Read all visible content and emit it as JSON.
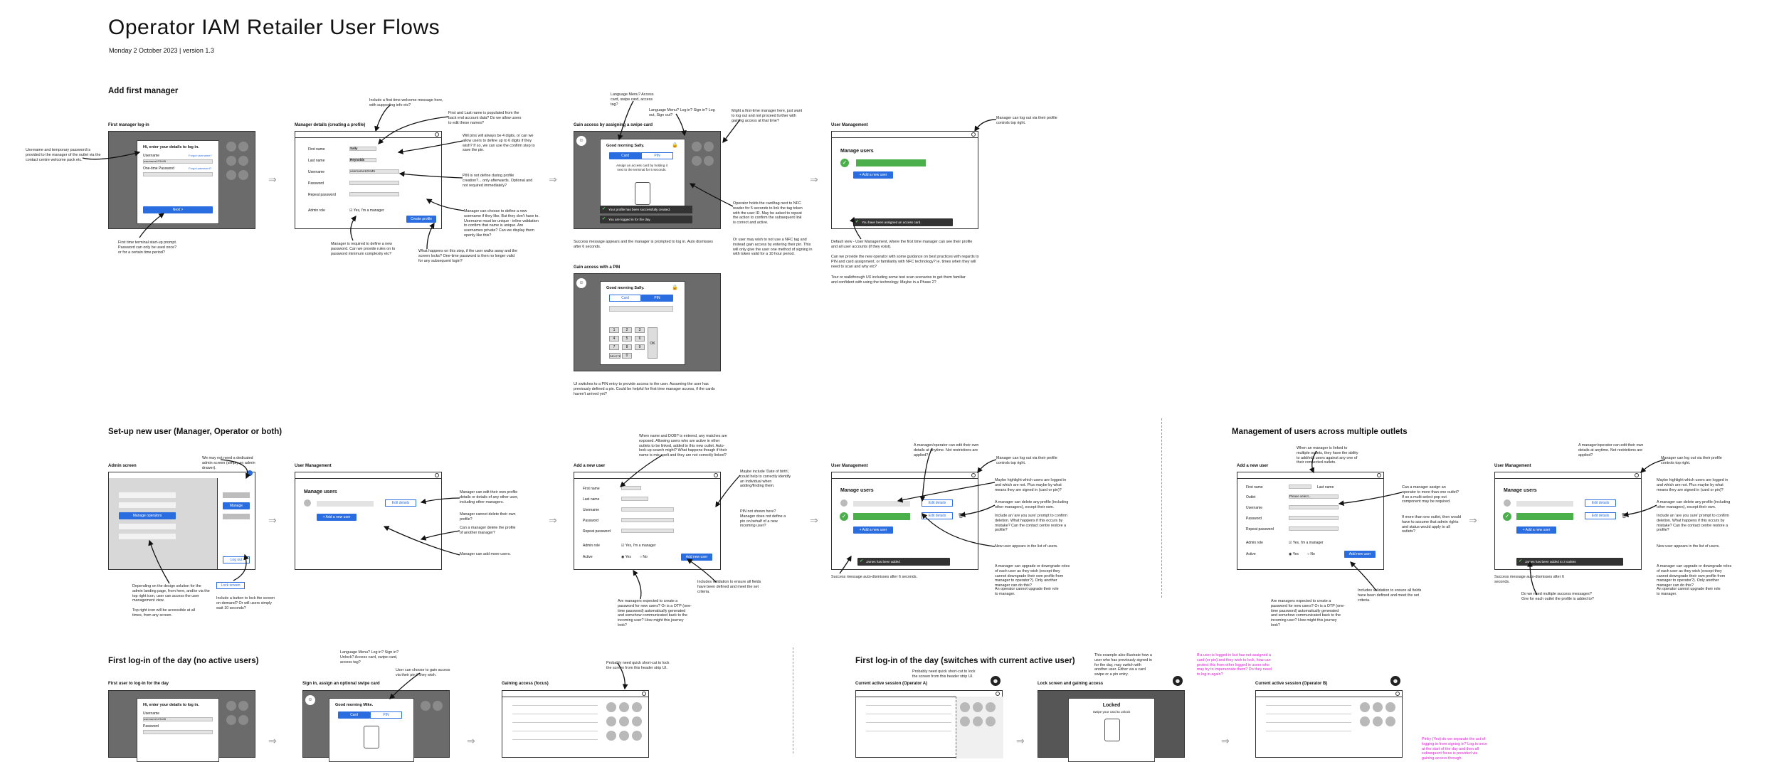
{
  "header": {
    "title": "Operator IAM Retailer User Flows",
    "subtitle": "Monday 2 October 2023 | version 1.3"
  },
  "sections": {
    "add_first_manager": "Add first manager",
    "setup_new_user": "Set-up new user (Manager, Operator or both)",
    "multi_outlets": "Management of users across multiple outlets",
    "first_login_no_active": "First log-in of the day (no active users)",
    "first_login_switch": "First log-in of the day (switches with current active user)"
  },
  "screens": {
    "first_manager_login": "First manager log-in",
    "manager_details": "Manager details (creating a profile)",
    "gain_access_card": "Gain access by assigning a swipe card",
    "user_management_1": "User Management",
    "gain_access_pin": "Gain access with a PIN",
    "admin_screen": "Admin screen",
    "user_management_2": "User Management",
    "add_new_user": "Add a new user",
    "user_management_3": "User Management",
    "add_new_user_2": "Add a new user",
    "user_management_4": "User Management",
    "first_user_login": "First user to log-in for the day",
    "sign_in_assign": "Sign in, assign an optional swipe card",
    "gaining_access": "Gaining access (focus)",
    "current_active_a": "Current active session (Operator A)",
    "lock_screen": "Lock screen and gaining access",
    "current_active_b": "Current active session (Operator B)"
  },
  "ui": {
    "login_heading": "Hi, enter your details to log in.",
    "username": "Username",
    "username_value": "username123445",
    "one_time_password": "One-time Password",
    "forgot_username": "Forgot username?",
    "forgot_password": "Forgot password?",
    "login_button": "Next >",
    "first_name": "First name",
    "first_name_value": "Sally",
    "last_name": "Last name",
    "last_name_value": "Reynolds",
    "password": "Password",
    "repeat_password": "Repeat password",
    "admin_role": "Admin role",
    "yes_manager": "Yes, I'm a manager",
    "create_profile": "Create profile",
    "good_morning": "Good morning Sally.",
    "good_morning_mike": "Good morning Mike.",
    "card_tab": "Card",
    "pin_tab": "PIN",
    "assign_text": "Assign an access card by holding it next to the terminal for 5 seconds.",
    "toast_card": "Your profile has been successfully created.",
    "toast_logged": "You are logged in for the day.",
    "manage_users": "Manage users",
    "add_new_user_btn": "+ Add a new user",
    "toast_assigned": "You have been assigned an access card.",
    "manage_operators": "Manage operators",
    "log_out": "Log out",
    "lock_screen_btn": "Lock screen",
    "edit_details": "Edit details",
    "active": "Active",
    "yes": "Yes",
    "no": "No",
    "add_new_user_submit": "Add new user",
    "toast_added": "James has been added",
    "toast_added_outlets": "James has been added to 3 outlets",
    "outlet": "Outlet",
    "please_select": "Please select...",
    "locked": "Locked",
    "swipe_card": "Swipe your card to unlock",
    "delete": "DELETE",
    "ok": "OK",
    "keypad": [
      "1",
      "2",
      "3",
      "4",
      "5",
      "6",
      "7",
      "8",
      "9",
      "0"
    ]
  },
  "notes": {
    "n1": "Username and temporary password is provided to the manager of the outlet via the contact centre welcome pack etc.",
    "n2": "First time terminal start-up prompt. Password can only be used once? or for a certain time period?",
    "n3": "Include a first time welcome message here, with supporting info etc?",
    "n4": "First and Last name is populated from the back end account data? Do we allow users to edit these names?",
    "n5": "Will pins will always be 4 digits, or can we allow users to define up to 6 digits if they wish? If so, we can use the confirm step to save the pin.",
    "n6": "PIN is not define during profile creation?... only afterwards. Optional and not required immediately?",
    "n7": "Manager can choose to define a new username if they like. But they don't have to. Username must be unique - inline validation to confirm that name is unique. Are usernames private? Can we display them openly like this?",
    "n8": "Manager is required to define a new password. Can we provide rules on to password minimum complexity etc?",
    "n9": "What happens on this step, if the user walks away and the screen locks? One-time password is then no longer valid for any subsequent login?",
    "n10": "Language Menu? Access card, swipe card, access tag?",
    "n11": "Language Menu? Log in? Sign in? Log out, Sign out?",
    "n12": "Might a first-time manager here, just want to log out and not proceed further with gaining access at that time?",
    "n13": "Operator holds the card/tag next to NFC reader for 5 seconds to link the tag token with the user ID. May be asked to repeat the action to confirm the subsequent link is correct and active.",
    "n14": "Or user may wish to not use a NFC tag and instead gain access by entering their pin. This will only give the user one method of signing in with token valid for a 10 hour period.",
    "n15": "Success message appears and the manager is prompted to log in. Auto dismisses after 6 seconds.",
    "n16": "UI switches to a PIN entry to provide access to the user. Assuming the user has previously defined a pin. Could be helpful for first time manager access, if the cards haven't arrived yet?",
    "n17": "Manager can log out via their profile controls top right.",
    "n18": "Default view - User Management, where the first time manager can see their profile and all user accounts (if they exist).",
    "n19": "Can we provide the new operator with some guidance on best practices with regards to PIN and card assignment, or familiarity with NFC technology? ie. times when they will need to scan and why etc?",
    "n20": "Tour or walkthrough UX including some test scan scenarios to get them familiar and confident with using the technology. Maybe in a Phase 2?",
    "n21": "We may not need a dedicated admin screen (simply an admin drawer).",
    "n22": "Depending on the design solution for the admin landing page, from here, and/or via the top right icon, user can access the user management view.",
    "n23": "Top right icon will be accessible at all times, from any screen.",
    "n24": "Include a button to lock the screen on demand? Or will users simply wait 10 seconds?",
    "n25": "Manager can edit their own profile details or details of any other user, including other managers.",
    "n26": "Manager cannot delete their own profile?",
    "n27": "Can a manager delete the profile of another manager?",
    "n28": "Manager can add more users.",
    "n29": "When name and DOB? is entered, any matches are exposed. Allowing users who are active in other outlets to be linked, added to this new outlet. Auto-look-up search might? What happens though if their name is mis-spelt and they are not correctly linked?",
    "n30": "Maybe include 'Date of birth', could help to correctly identify an individual when adding/finding them.",
    "n31": "PIN not shown here? Manager does not define a pin on behalf of a new incoming user?",
    "n32": "Includes validation to ensure all fields have been defined and meet the set criteria.",
    "n33": "Are managers expected to create a password for new users? Or is a OTP (one-time password) automatically generated and somehow communicated back to the incoming user? How might this journey look?",
    "n34": "A manager/operator can edit their own details at anytime. Not restrictions are applied?",
    "n35": "Manager can log out via their profile controls top right.",
    "n36": "Maybe highlight which users are logged in and which are not. Plus maybe by what means they are signed in (card or pin)?",
    "n37": "A manager can delete any profile (including other managers), except their own.",
    "n38": "Include an 'are you sure' prompt to confirm deletion. What happens if this occurs by mistake? Can the contact centre restore a profile?",
    "n39": "New user appears in the list of users.",
    "n40": "A manager can upgrade or downgrade roles of each user as they wish (except they cannot downgrade their own profile from manager to operator?). Only another manager can do this?",
    "n41": "An operator cannot upgrade their role to manager.",
    "n42": "Success message auto-dismisses after 6 seconds.",
    "n43": "When an manager is linked to multiple outlets, they have the ability to add/edit users against any one of their connected outlets.",
    "n44": "Can a manager assign an operator to more than one outlet? If so a multi-select pop out component may be required.",
    "n45": "If more than one outlet, then would have to assume that admin rights and status would apply to all outlets?",
    "n46": "Do we need multiple success messages? One for each outlet the profile is added to?",
    "n47": "Language Menu? Log in? Sign in? Unlock? Access card, swipe card, access tag?",
    "n48": "User can choose to gain access via their pin if they wish.",
    "n49": "Probably need quick short-cut to lock the screen from this header strip UI.",
    "n50": "This example also illustrate how a user who has previously signed in for the day, may switch with another user. Either via a card swipe or a pin entry.",
    "n51": "If a user is logged in but has not assigned a card (or pin) and they wish to lock, how can protect this from other logged in users who may try to impersonate them? Do they need to log in again?",
    "n52": "Pinky (Yes) do we separate the act of logging in from signing in? Log in once at the start of the day and then all subsequent focus is provided via gaining access through."
  }
}
